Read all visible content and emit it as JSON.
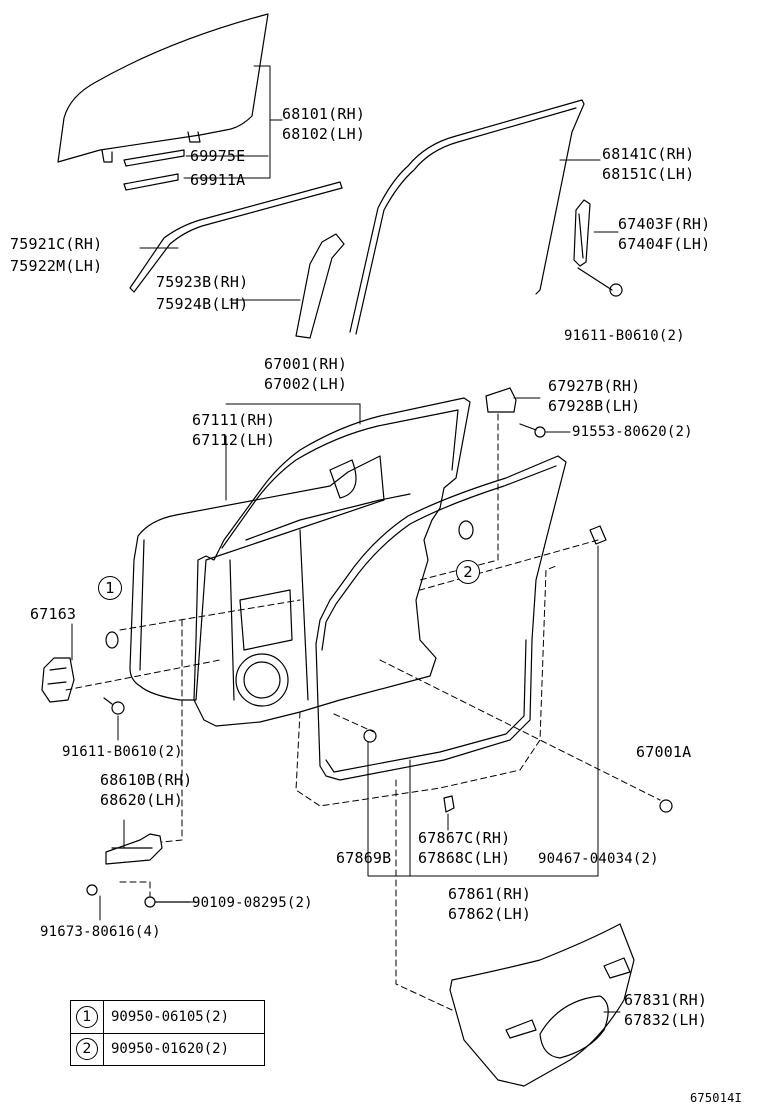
{
  "parts": {
    "p68101": "68101(RH)",
    "p68102": "68102(LH)",
    "p69975": "69975E",
    "p69911": "69911A",
    "p68141": "68141C(RH)",
    "p68151": "68151C(LH)",
    "p67403": "67403F(RH)",
    "p67404": "67404F(LH)",
    "p75921": "75921C(RH)",
    "p75922": "75922M(LH)",
    "p75923": "75923B(RH)",
    "p75924": "75924B(LH)",
    "p91611a": "91611-B0610(2)",
    "p67001": "67001(RH)",
    "p67002": "67002(LH)",
    "p67927": "67927B(RH)",
    "p67928": "67928B(LH)",
    "p67111": "67111(RH)",
    "p67112": "67112(LH)",
    "p91553": "91553-80620(2)",
    "p67163": "67163",
    "p91611b": "91611-B0610(2)",
    "p67001a": "67001A",
    "p68610": "68610B(RH)",
    "p68620": "68620(LH)",
    "p67867": "67867C(RH)",
    "p67869": "67869B",
    "p67868": "67868C(LH)",
    "p90467": "90467-04034(2)",
    "p90109": "90109-08295(2)",
    "p91673": "91673-80616(4)",
    "p67861": "67861(RH)",
    "p67862": "67862(LH)",
    "p67831": "67831(RH)",
    "p67832": "67832(LH)"
  },
  "callouts": {
    "c1": "1",
    "c2": "2"
  },
  "legend": [
    {
      "num": "1",
      "part": "90950-06105(2)"
    },
    {
      "num": "2",
      "part": "90950-01620(2)"
    }
  ],
  "figure_id": "675014I"
}
